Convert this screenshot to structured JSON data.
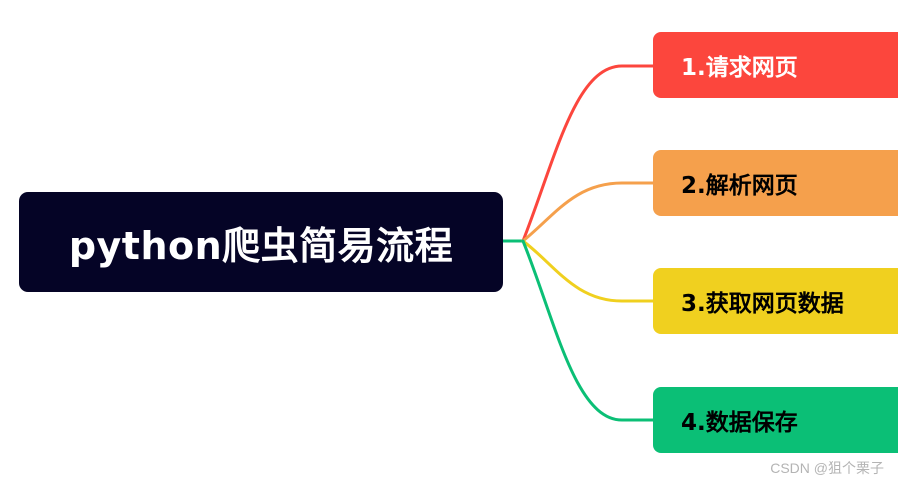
{
  "root": {
    "label": "python爬虫简易流程",
    "color": "#050426",
    "text_color": "#ffffff"
  },
  "branches": [
    {
      "label": "1.请求网页",
      "color": "#fc463d",
      "text_color": "#ffffff"
    },
    {
      "label": "2.解析网页",
      "color": "#f5a04c",
      "text_color": "#000000"
    },
    {
      "label": "3.获取网页数据",
      "color": "#f0d01f",
      "text_color": "#000000"
    },
    {
      "label": "4.数据保存",
      "color": "#0bbf76",
      "text_color": "#000000"
    }
  ],
  "watermark": "CSDN @狙个栗子"
}
